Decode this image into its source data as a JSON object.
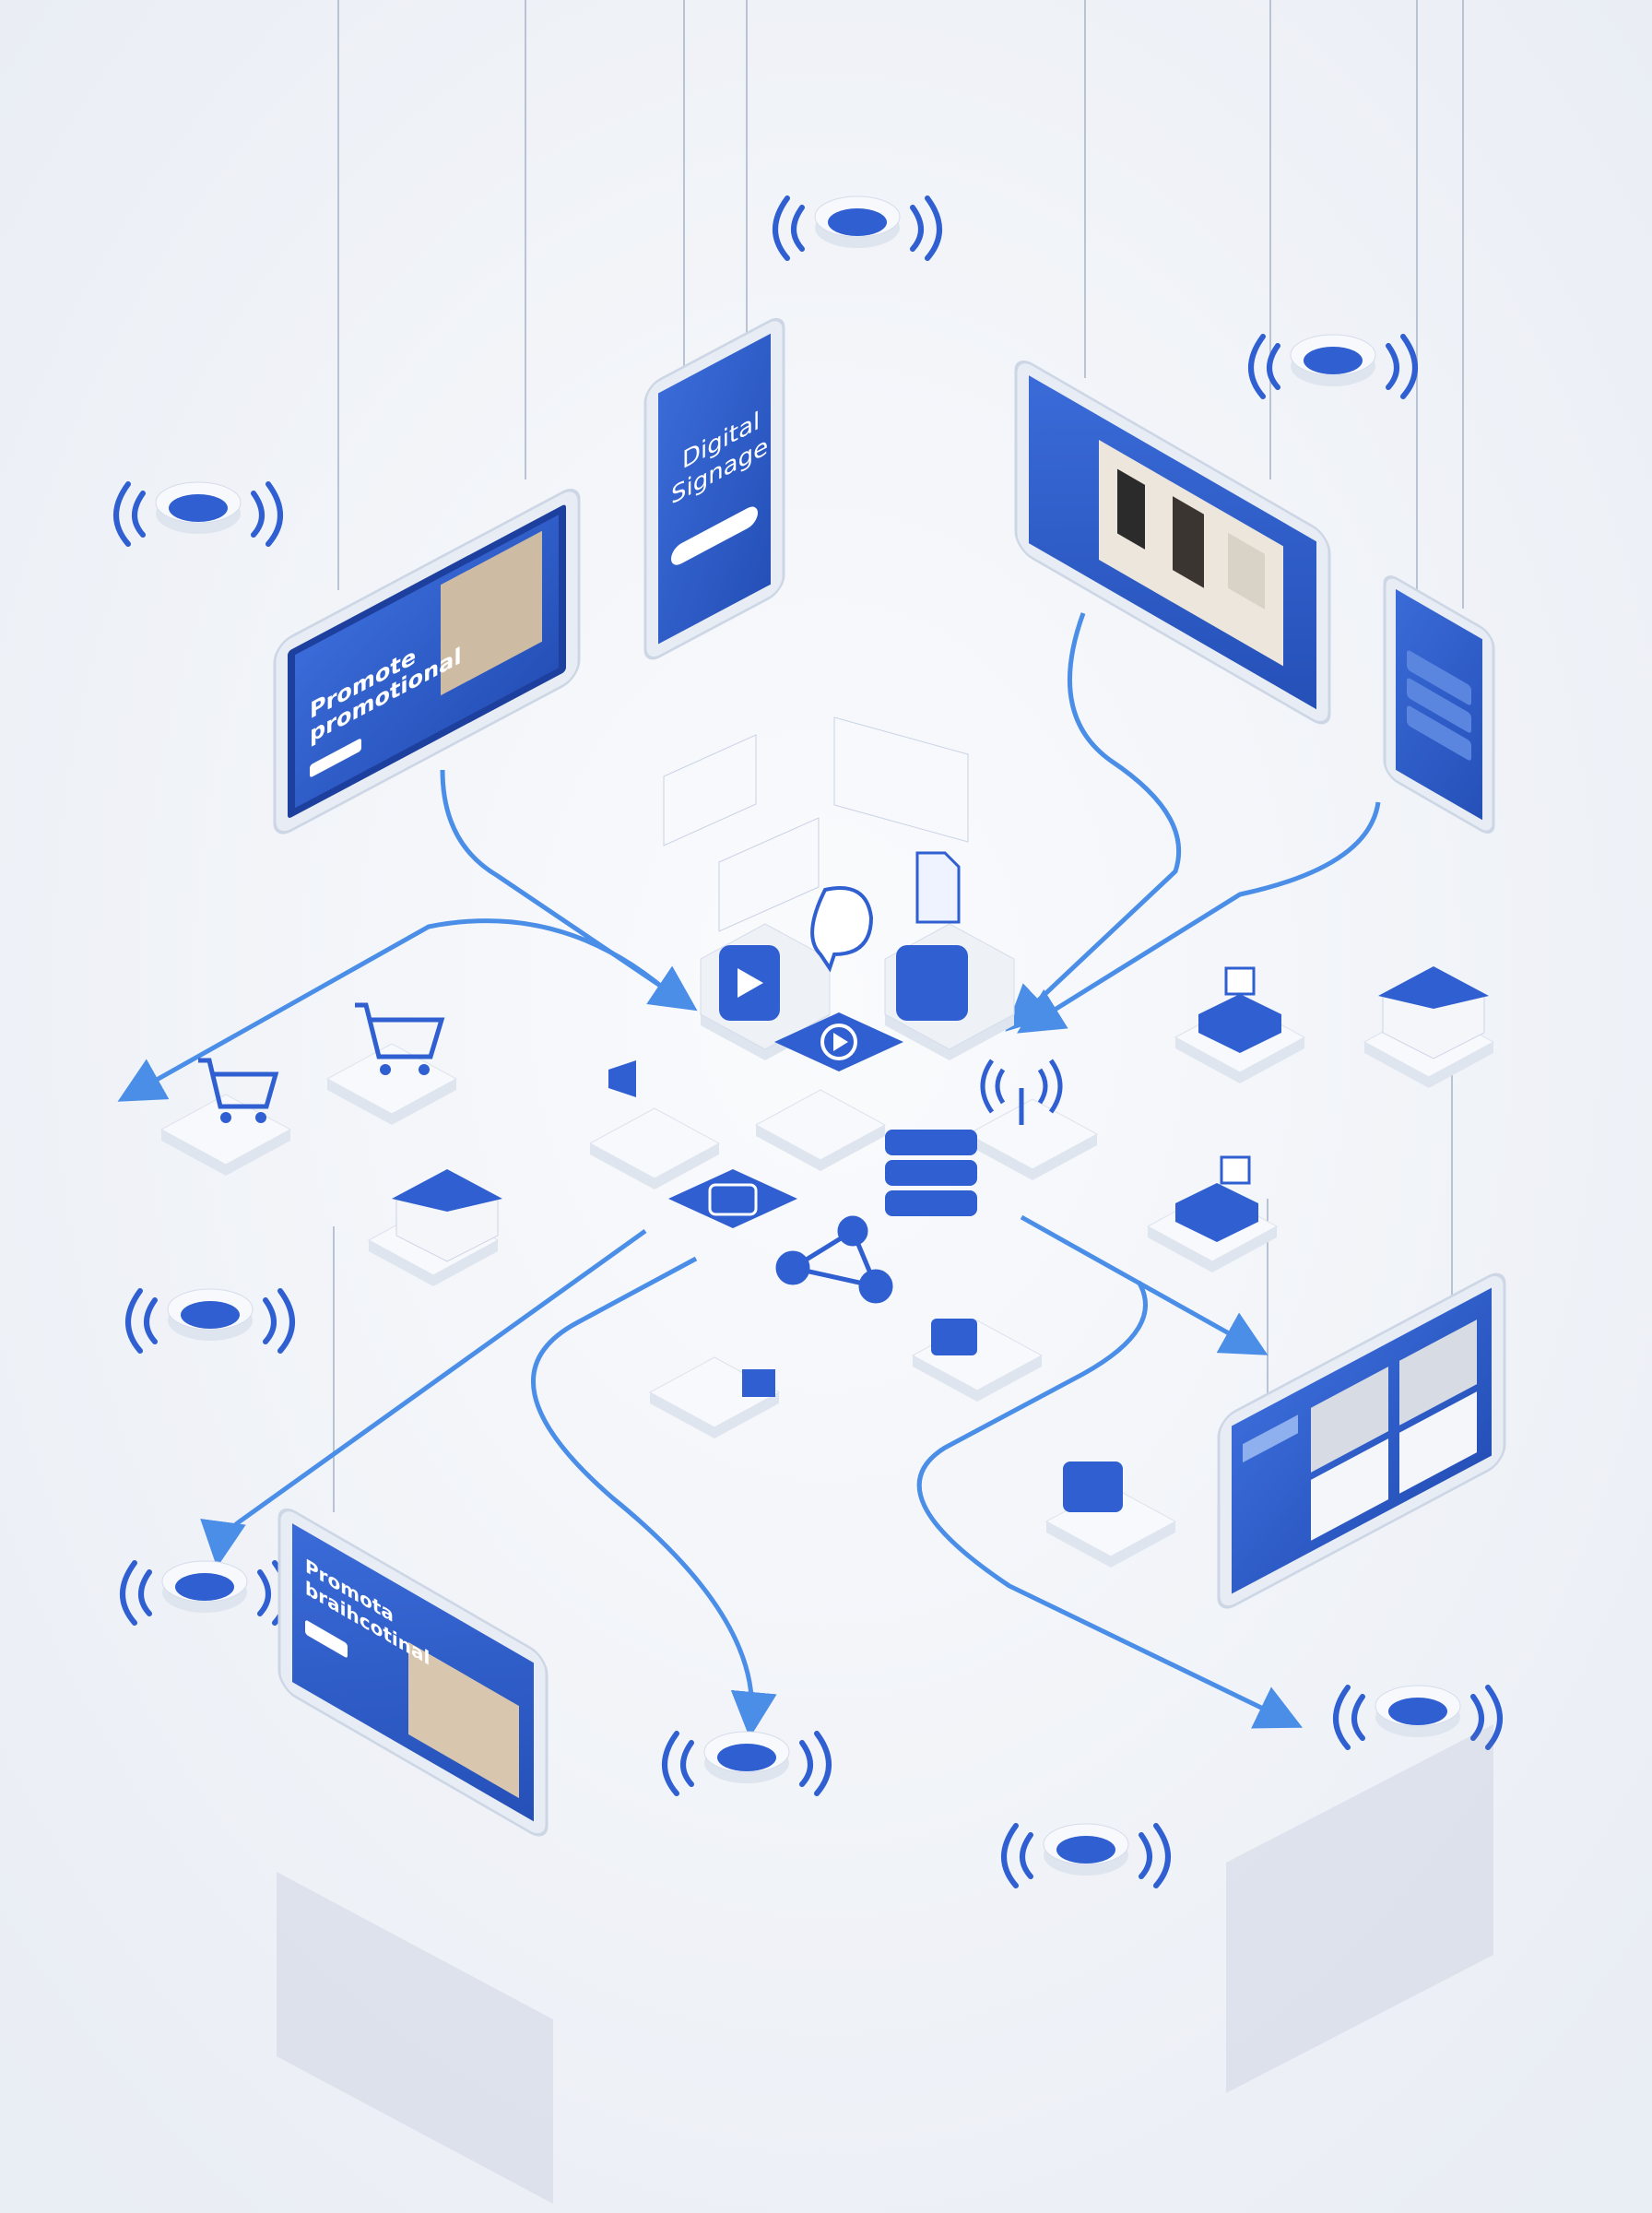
{
  "colors": {
    "background": "#eef1f6",
    "accent": "#2f5fd0",
    "accent_dark": "#1d3f9e",
    "frame": "#e4e9f2",
    "arrow": "#4a8ee8"
  },
  "screens": {
    "promo_top": {
      "title_line1": "Promote",
      "title_line2": "promotional"
    },
    "portrait_signage": {
      "title_line1": "Digital",
      "title_line2": "Signage"
    },
    "promo_bottom": {
      "title_line1": "Promota",
      "title_line2": "braihcotinal"
    }
  },
  "icons": [
    "speaker-icon",
    "shopping-cart-icon",
    "store-icon",
    "cash-register-icon",
    "play-icon",
    "server-icon",
    "wifi-antenna-icon",
    "network-nodes-icon",
    "document-icon",
    "chat-play-icon"
  ]
}
